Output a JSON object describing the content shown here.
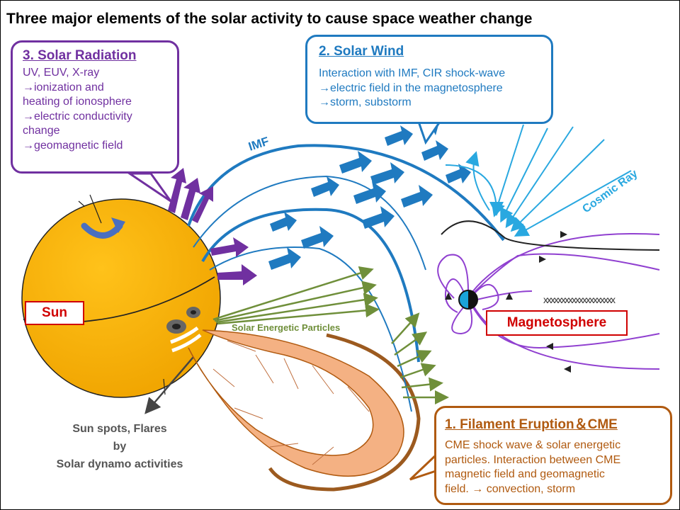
{
  "title": "Three major elements of the solar activity to cause space weather change",
  "solar_radiation": {
    "heading": "3. Solar Radiation",
    "lines": [
      "UV, EUV, X-ray",
      "→ionization and",
      "heating of ionosphere",
      "→electric conductivity",
      "change",
      "→geomagnetic field"
    ]
  },
  "solar_wind": {
    "heading": "2. Solar Wind",
    "lines": [
      "Interaction with IMF, CIR shock-wave",
      "→electric field in the magnetosphere",
      "→storm, substorm"
    ]
  },
  "filament": {
    "heading": "1. Filament Eruption＆CME",
    "lines": [
      "CME shock wave & solar energetic",
      "particles. Interaction between CME",
      "magnetic field and geomagnetic",
      "field. → convection, storm"
    ]
  },
  "labels": {
    "sun": "Sun",
    "magnetosphere": "Magnetosphere",
    "imf": "IMF",
    "cosmic_ray": "Cosmic Ray",
    "sep": "Solar Energetic Particles",
    "current_sheet": "xxxxxxxxxxxxxxxxxxxx"
  },
  "sunspots_caption": [
    "Sun spots, Flares",
    "by",
    "Solar dynamo activities"
  ],
  "colors": {
    "radiation": "#7030a0",
    "wind": "#1f7ac0",
    "filament": "#b05a10",
    "sun": "#f7b500",
    "cosmic_ray": "#29a8e0",
    "sep": "#6f8f3a",
    "label_red": "#d00000"
  }
}
